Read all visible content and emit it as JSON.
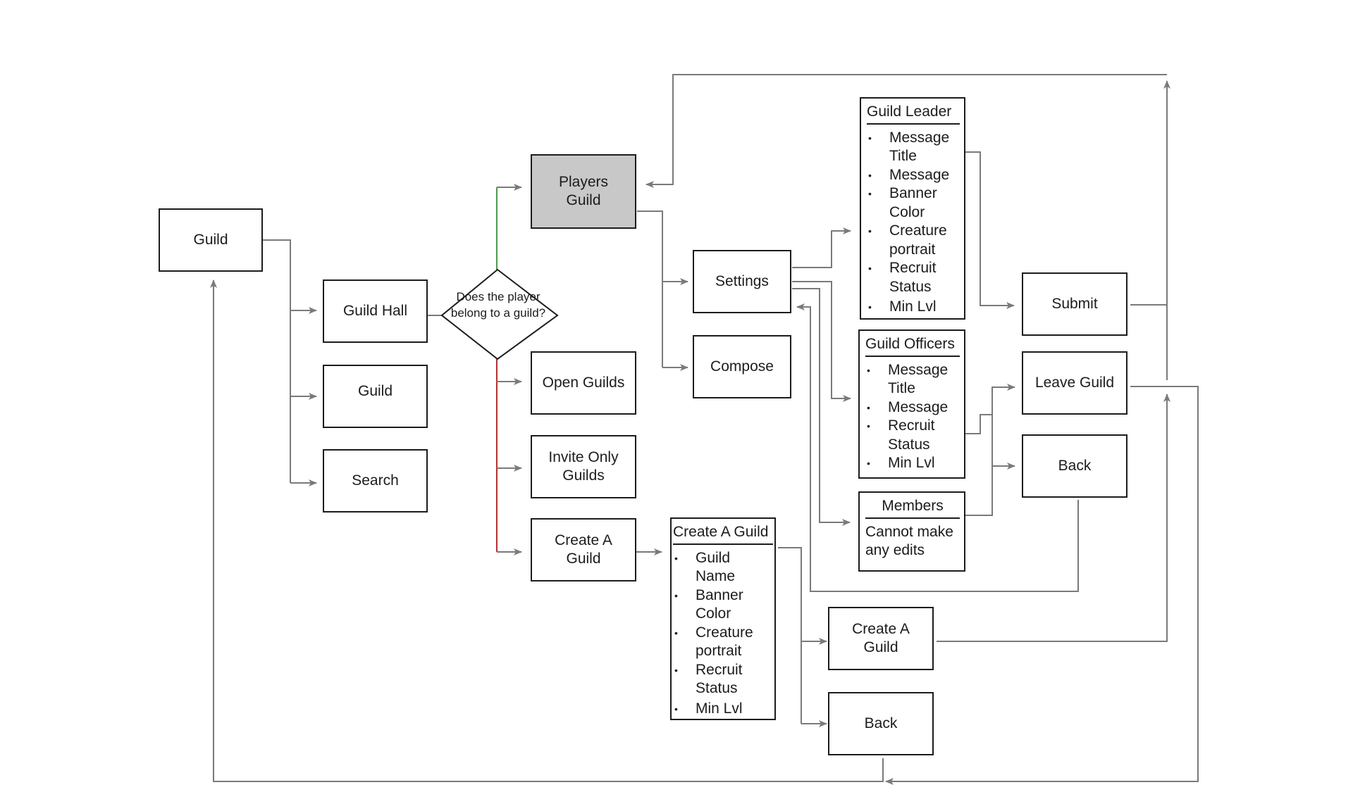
{
  "nodes": {
    "guild_root": "Guild",
    "guild_hall": "Guild Hall",
    "guild": "Guild",
    "search": "Search",
    "decision": "Does the player belong to a guild?",
    "players_guild": "Players Guild",
    "open_guilds": "Open Guilds",
    "invite_only": "Invite Only Guilds",
    "create_a_guild": "Create A Guild",
    "settings": "Settings",
    "compose": "Compose",
    "submit": "Submit",
    "leave_guild": "Leave Guild",
    "back_right": "Back",
    "create_a_guild_confirm": "Create A Guild",
    "back_bottom": "Back"
  },
  "guild_leader": {
    "title": "Guild Leader",
    "items": [
      "Message Title",
      "Message",
      "Banner Color",
      "Creature portrait",
      "Recruit Status",
      "Min Lvl"
    ]
  },
  "guild_officers": {
    "title": "Guild Officers",
    "items": [
      "Message Title",
      "Message",
      "Recruit Status",
      "Min Lvl"
    ]
  },
  "members": {
    "title": "Members",
    "note": "Cannot make any edits"
  },
  "create_form": {
    "title": "Create A Guild",
    "items": [
      "Guild Name",
      "Banner Color",
      "Creature portrait",
      "Recruit Status",
      "Min Lvl"
    ]
  },
  "colors": {
    "line": "#7a7a7a",
    "yes_line": "#4f9a4f",
    "no_line": "#b53030",
    "highlight": "#c8c8c8"
  }
}
